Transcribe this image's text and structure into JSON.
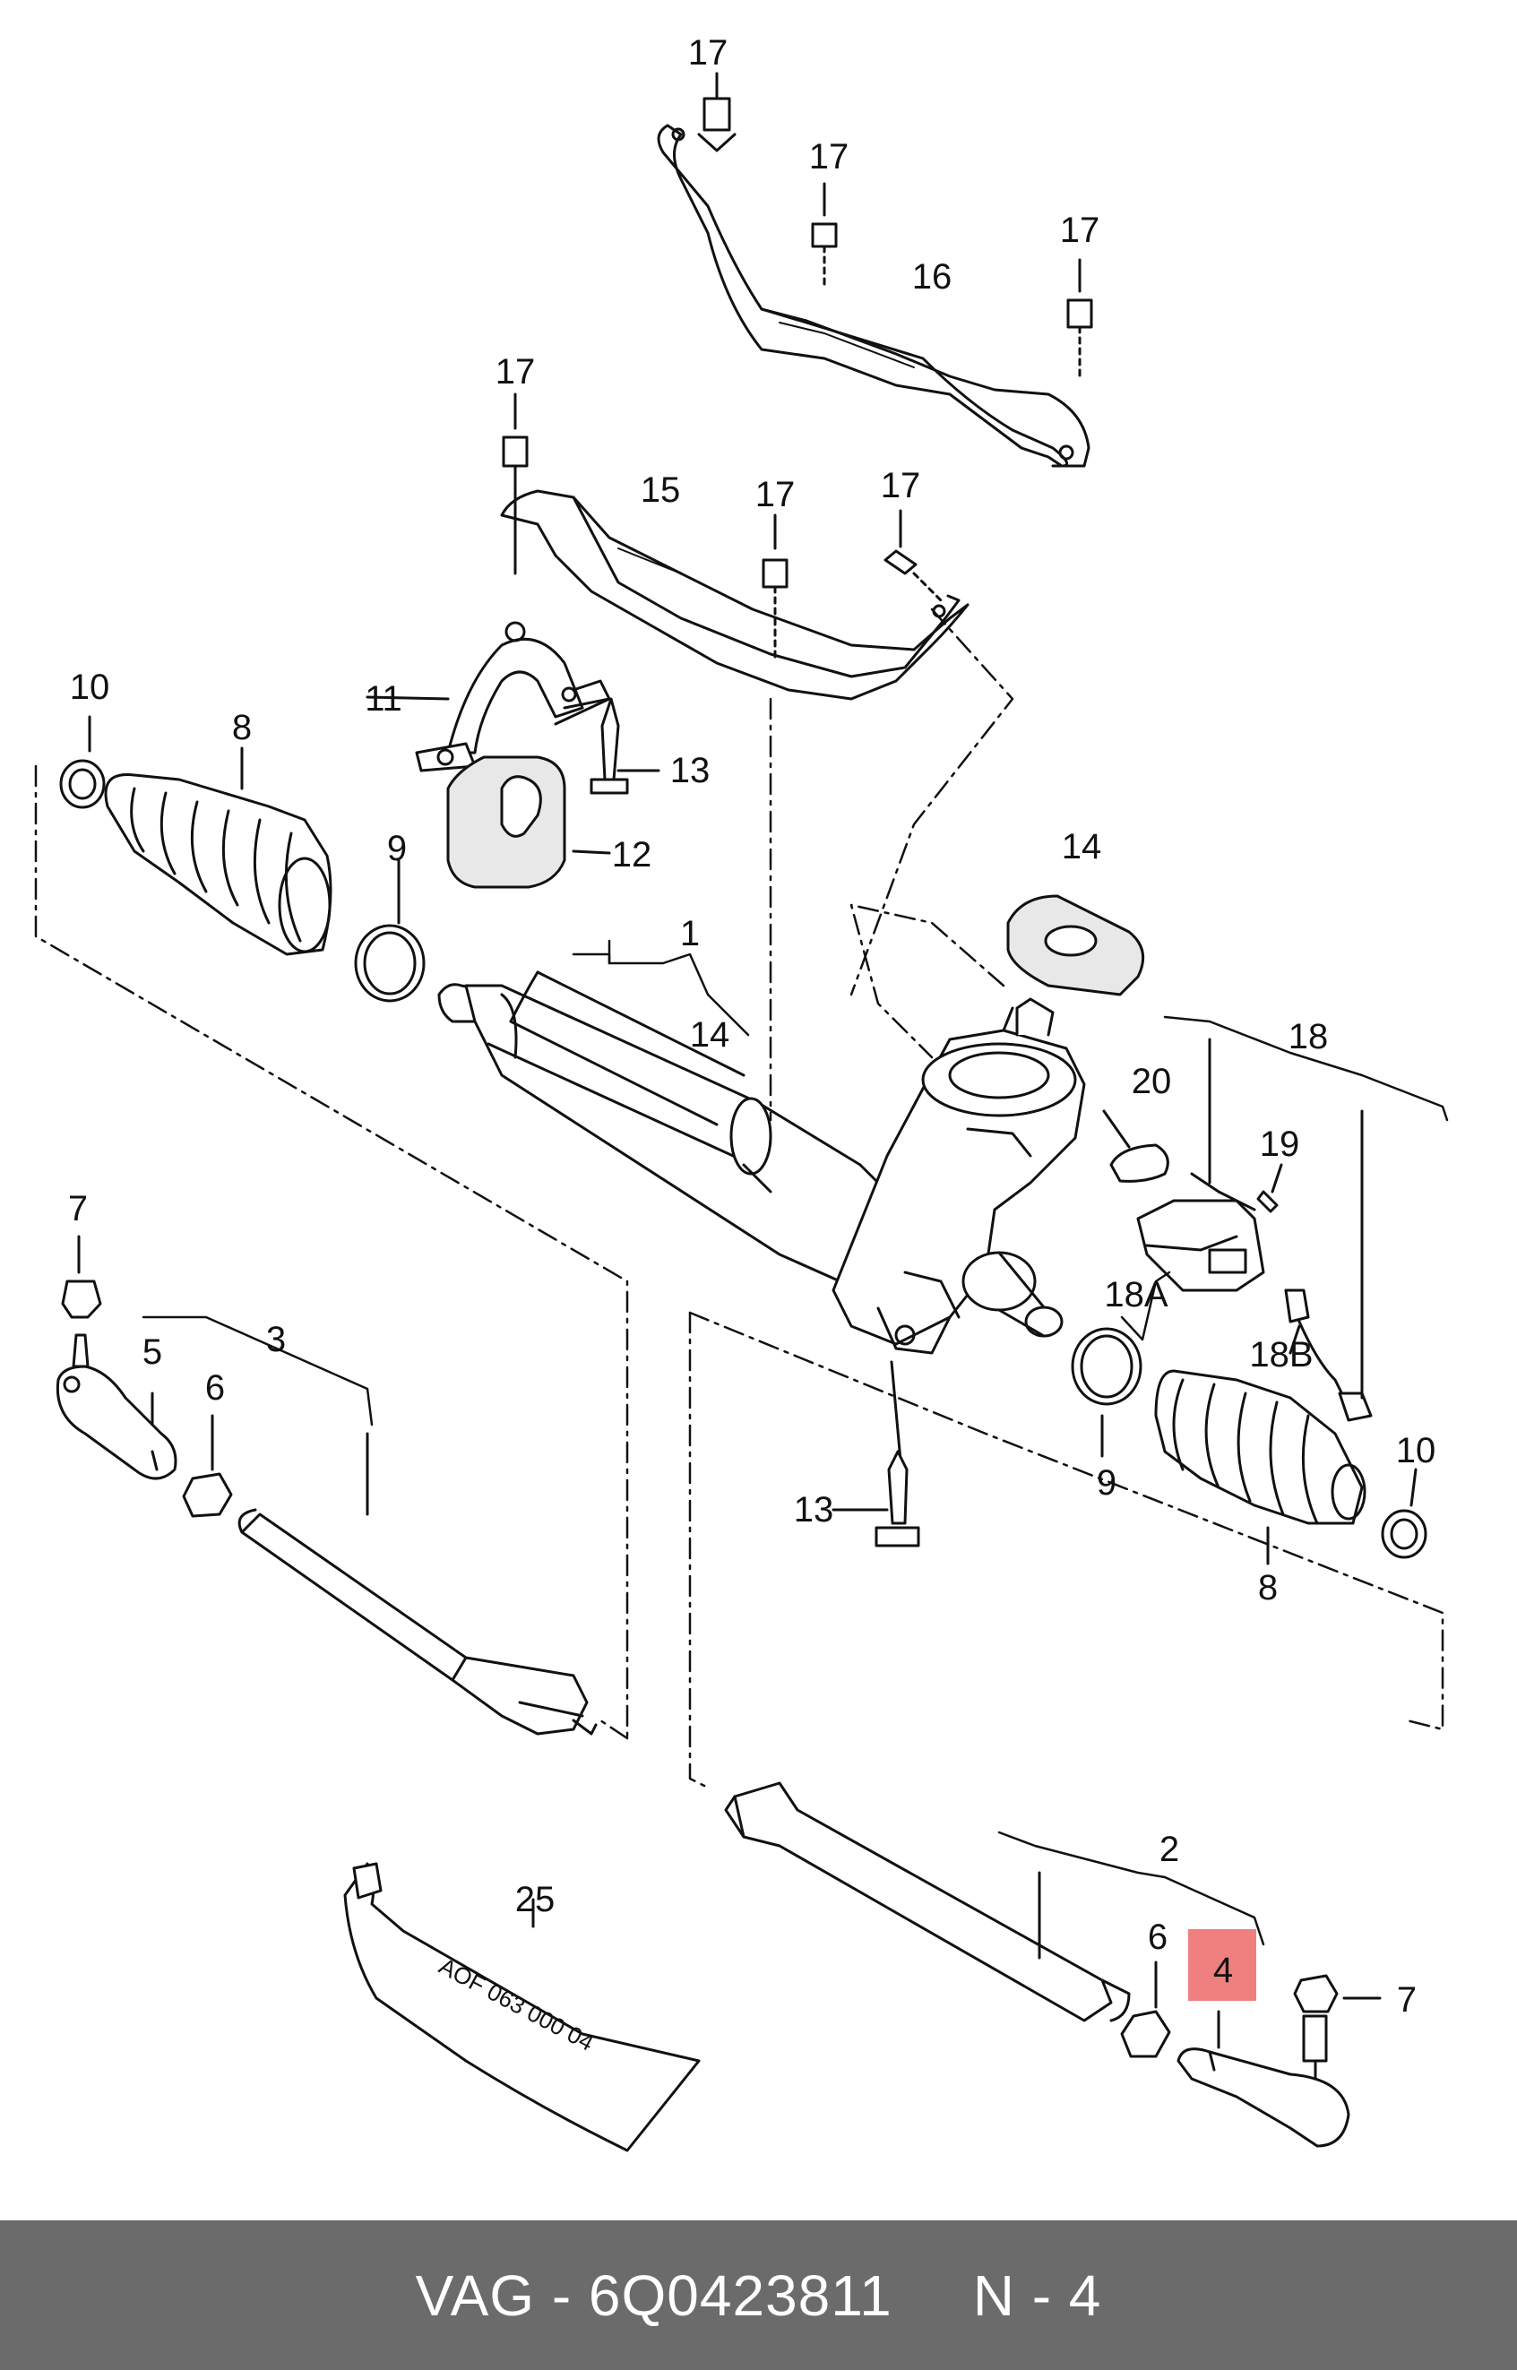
{
  "highlight_color": "#f08080",
  "labels": {
    "l1": "1",
    "l2": "2",
    "l3": "3",
    "l4": "4",
    "l5": "5",
    "l6a": "6",
    "l6b": "6",
    "l7a": "7",
    "l7b": "7",
    "l8a": "8",
    "l8b": "8",
    "l9a": "9",
    "l9b": "9",
    "l10a": "10",
    "l10b": "10",
    "l11": "11",
    "l12": "12",
    "l13a": "13",
    "l13b": "13",
    "l14a": "14",
    "l14b": "14",
    "l15": "15",
    "l16": "16",
    "l17a": "17",
    "l17b": "17",
    "l17c": "17",
    "l17d": "17",
    "l17e": "17",
    "l17f": "17",
    "l18": "18",
    "l18a": "18A",
    "l18b": "18B",
    "l19": "19",
    "l20": "20",
    "l25": "25"
  },
  "tube_text": "AOF 063 000 04",
  "footer": {
    "brand": "VAG",
    "separator": "-",
    "part_number": "6Q0423811",
    "position": "N - 4"
  }
}
